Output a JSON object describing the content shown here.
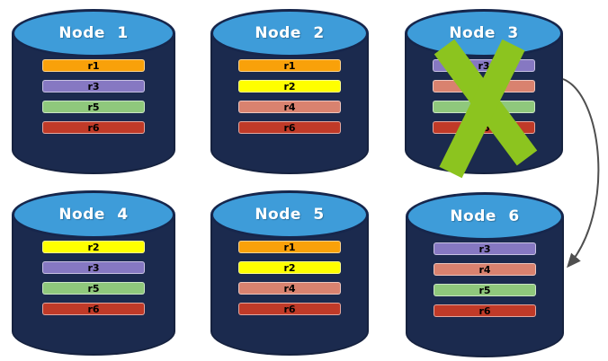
{
  "nodes": [
    {
      "label": "Node 1",
      "replicas": [
        "r1",
        "r3",
        "r5",
        "r6"
      ],
      "failed": false
    },
    {
      "label": "Node 2",
      "replicas": [
        "r1",
        "r2",
        "r4",
        "r6"
      ],
      "failed": false
    },
    {
      "label": "Node 3",
      "replicas": [
        "r3",
        "r4",
        "r5",
        "r6"
      ],
      "failed": true
    },
    {
      "label": "Node 4",
      "replicas": [
        "r2",
        "r3",
        "r5",
        "r6"
      ],
      "failed": false
    },
    {
      "label": "Node 5",
      "replicas": [
        "r1",
        "r2",
        "r4",
        "r6"
      ],
      "failed": false
    },
    {
      "label": "Node 6",
      "replicas": [
        "r3",
        "r4",
        "r5",
        "r6"
      ],
      "failed": false
    }
  ],
  "arrow": {
    "from": "Node 3",
    "to": "Node 6"
  },
  "colors": {
    "cylinder_body": "#1B2A4E",
    "cylinder_top": "#3E9CD9",
    "cylinder_outline": "#16264C",
    "node_label_text": "#FFFFFF",
    "replica_label_text": "#000000",
    "failure_x": "#8CC41F",
    "arrow": "#4F4F4F",
    "replicas": {
      "r1": "#F9A10A",
      "r2": "#FFFF00",
      "r3": "#8678C2",
      "r4": "#D9826F",
      "r5": "#8FC87C",
      "r6": "#C03A28"
    }
  }
}
